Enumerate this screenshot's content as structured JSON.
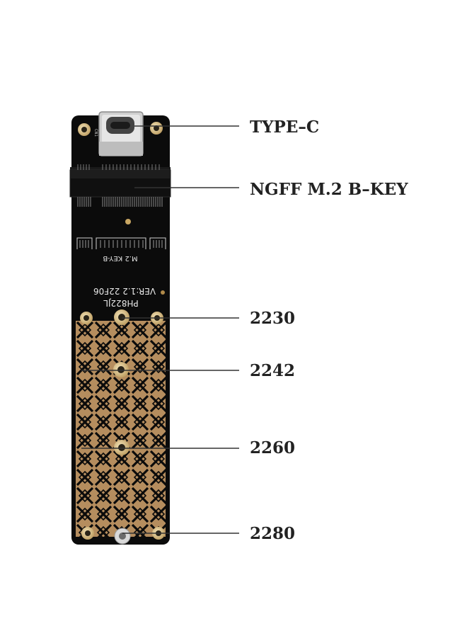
{
  "labels": {
    "type_c": "TYPE–C",
    "ngff": "NGFF M.2 B–KEY",
    "s2230": "2230",
    "s2242": "2242",
    "s2260": "2260",
    "s2280": "2280"
  },
  "pcb_text": {
    "key": "M.2 KEY-B",
    "model": "PH822JL",
    "version": "VER:1.2  22F06",
    "port_mark": "CN1"
  },
  "colors": {
    "board": "#0b0b0b",
    "copper": "#b58d5e",
    "gold": "#d7bf8a",
    "line": "#333333",
    "label": "#222222"
  }
}
